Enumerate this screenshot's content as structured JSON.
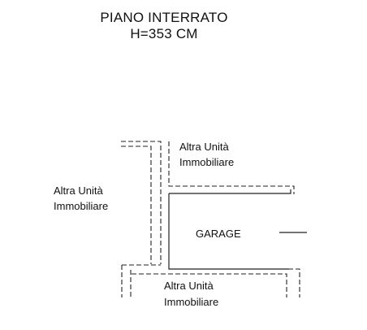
{
  "title": {
    "line1": "PIANO INTERRATO",
    "line2": "H=353 CM"
  },
  "labels": {
    "top_right": {
      "line1": "Altra Unità",
      "line2": "Immobiliare"
    },
    "left": {
      "line1": "Altra Unità",
      "line2": "Immobiliare"
    },
    "garage": "GARAGE",
    "bottom": {
      "line1": "Altra Unità",
      "line2": "Immobiliare"
    }
  },
  "colors": {
    "line": "#222222",
    "text": "#111111",
    "background": "#ffffff"
  }
}
